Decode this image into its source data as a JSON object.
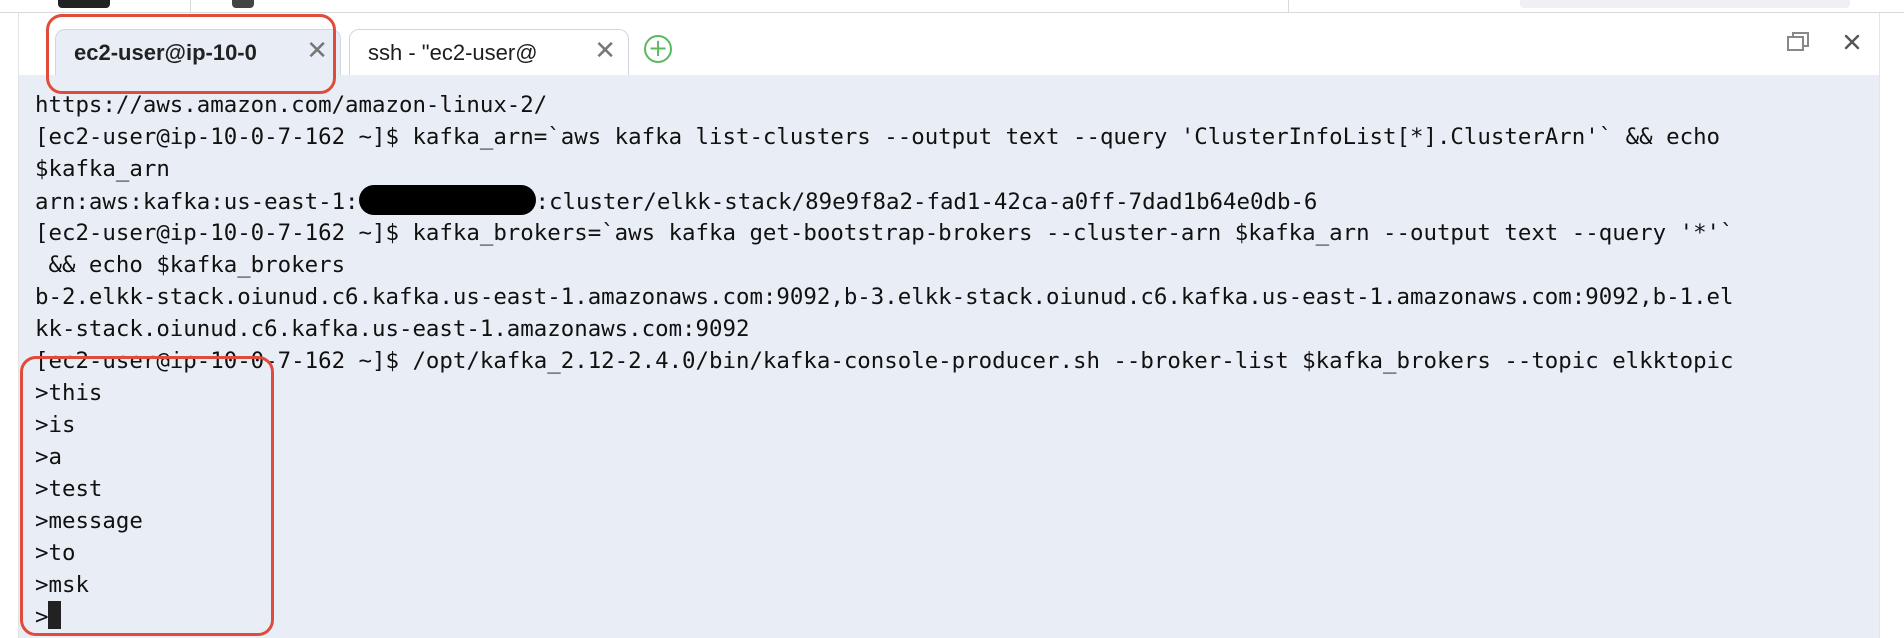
{
  "colors": {
    "terminal_bg": "#e9eef6",
    "highlight": "#e14b3b",
    "new_tab_accent": "#5cb85c"
  },
  "tabs": [
    {
      "label": "ec2-user@ip-10-0",
      "close": "✕",
      "active": true
    },
    {
      "label": "ssh - \"ec2-user@",
      "close": "✕",
      "active": false
    }
  ],
  "tabbar": {
    "new_tab_icon": "plus-circle-icon",
    "restore_icon": "restore-window-icon",
    "close_icon": "close-icon",
    "new_tab_glyph": "+",
    "close_glyph": "✕"
  },
  "terminal": {
    "lines": [
      "https://aws.amazon.com/amazon-linux-2/",
      "[ec2-user@ip-10-0-7-162 ~]$ kafka_arn=`aws kafka list-clusters --output text --query 'ClusterInfoList[*].ClusterArn'` && echo",
      "$kafka_arn",
      "arn:aws:kafka:us-east-1:",
      "[ec2-user@ip-10-0-7-162 ~]$ kafka_brokers=`aws kafka get-bootstrap-brokers --cluster-arn $kafka_arn --output text --query '*'`",
      " && echo $kafka_brokers",
      "b-2.elkk-stack.oiunud.c6.kafka.us-east-1.amazonaws.com:9092,b-3.elkk-stack.oiunud.c6.kafka.us-east-1.amazonaws.com:9092,b-1.el",
      "kk-stack.oiunud.c6.kafka.us-east-1.amazonaws.com:9092",
      "[ec2-user@ip-10-0-7-162 ~]$ /opt/kafka_2.12-2.4.0/bin/kafka-console-producer.sh --broker-list $kafka_brokers --topic elkktopic",
      ">this",
      ">is",
      ">a",
      ">test",
      ">message",
      ">to",
      ">msk",
      ">"
    ],
    "arn_suffix": ":cluster/elkk-stack/89e9f8a2-fad1-42ca-a0ff-7dad1b64e0db-6"
  }
}
